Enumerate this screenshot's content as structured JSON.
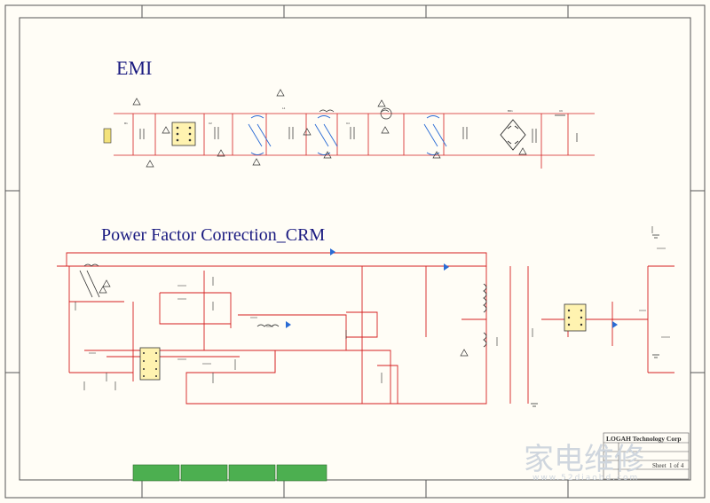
{
  "sections": {
    "emi_title": "EMI",
    "pfc_title": "Power Factor Correction_CRM"
  },
  "title_block": {
    "company": "LOGAH Technology Corp",
    "sheet_text": "Sheet",
    "sheet_value": "1 of 4"
  },
  "watermark": {
    "brand_cn": "家电维修",
    "url": "www.52diaobd.com"
  },
  "colors": {
    "wire": "#d42020",
    "component": "#2a2a2a",
    "ic_fill": "#fff3b0",
    "connector_fill": "#4caf50",
    "title_text": "#1a1a80",
    "frame": "#555555"
  },
  "icons": [
    "warning-triangle-icon",
    "ic-chip-icon",
    "bridge-rectifier-icon",
    "transformer-icon"
  ]
}
